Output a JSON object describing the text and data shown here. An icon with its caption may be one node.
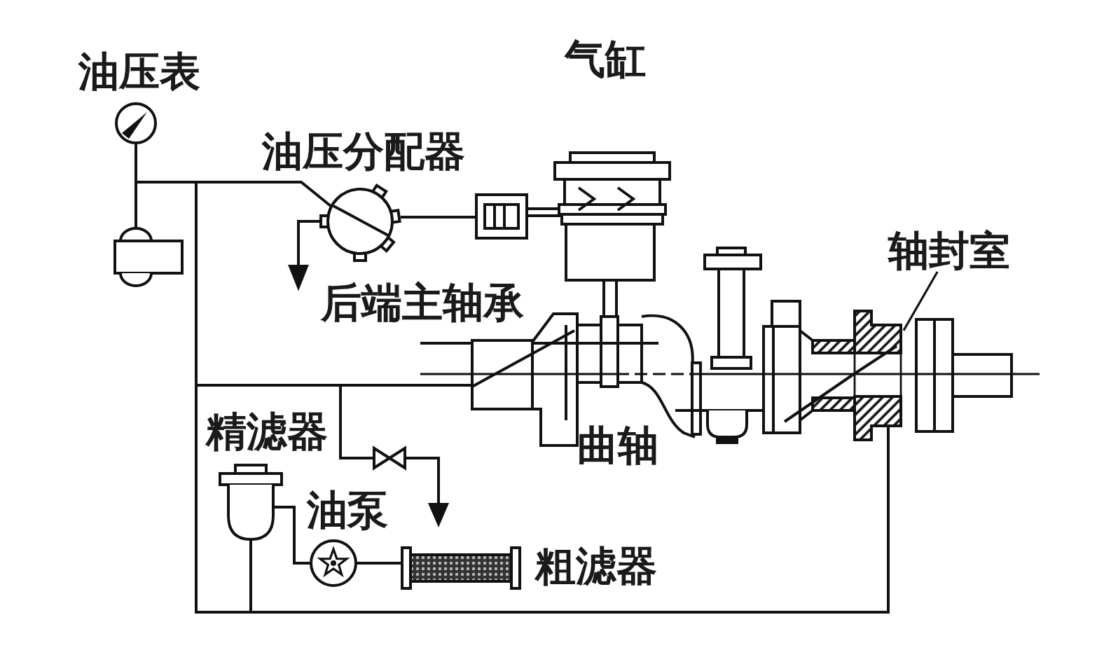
{
  "diagram": {
    "nodes": [
      {
        "text": [
          "轴封室"
        ]
      },
      {
        "text": [],
        "shape": "picture"
      }
    ],
    "edges": [
      {
        "from": 0,
        "to": 1,
        "arrow": "none"
      }
    ],
    "labels": [
      "油压表",
      "气缸",
      "油压分配器",
      "后端主轴承",
      "精滤器",
      "曲轴",
      "油泵",
      "粗滤器"
    ]
  }
}
